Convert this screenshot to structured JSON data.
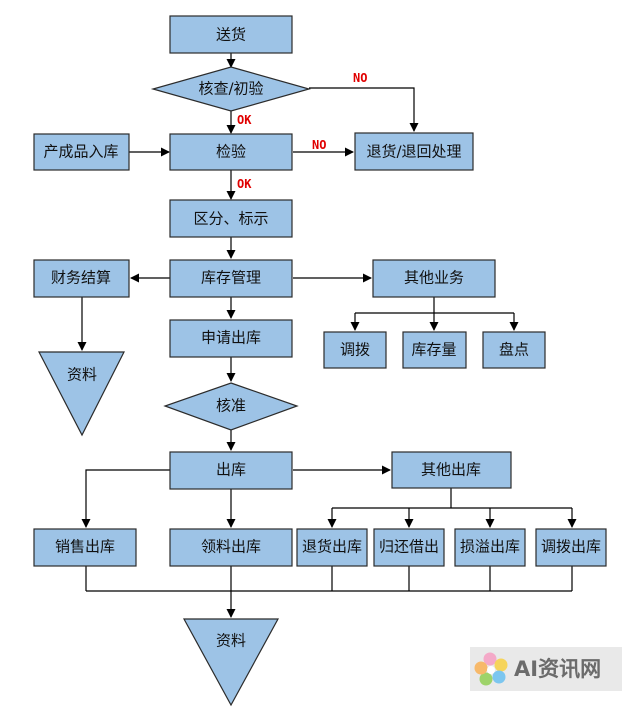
{
  "colors": {
    "node_fill": "#9dc3e6",
    "node_stroke": "#2b2b2b",
    "line": "#000000",
    "edge_label": "#e00000"
  },
  "nodes": {
    "deliver": "送货",
    "check_initial": "核查/初验",
    "product_in": "产成品入库",
    "inspect": "检验",
    "return_handle": "退货/退回处理",
    "classify": "区分、标示",
    "finance": "财务结算",
    "inventory": "库存管理",
    "other_business": "其他业务",
    "data_top": "资料",
    "apply_out": "申请出库",
    "transfer": "调拨",
    "stock_qty": "库存量",
    "stocktake": "盘点",
    "approve": "核准",
    "outbound": "出库",
    "other_out": "其他出库",
    "sale_out": "销售出库",
    "material_out": "领料出库",
    "return_out": "退货出库",
    "loan_return_out": "归还借出",
    "loss_out": "损溢出库",
    "transfer_out": "调拨出库",
    "data_bottom": "资料"
  },
  "edge_labels": {
    "no_1": "NO",
    "ok_1": "OK",
    "no_2": "NO",
    "ok_2": "OK"
  },
  "watermark": {
    "text": "AI资讯网"
  }
}
